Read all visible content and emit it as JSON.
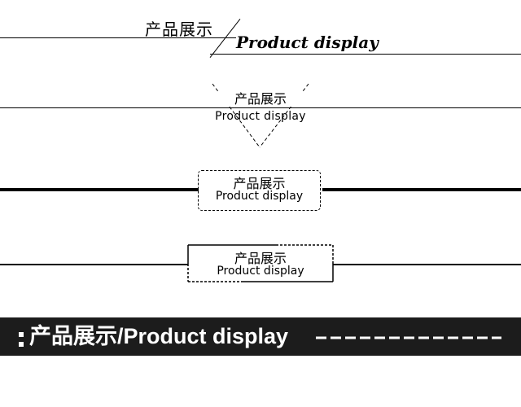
{
  "style1": {
    "title_cn": "产品展示",
    "title_en": "Product display"
  },
  "style2": {
    "title_cn": "产品展示",
    "title_en": "Product display"
  },
  "style3": {
    "title_cn": "产品展示",
    "title_en": "Product display"
  },
  "style4": {
    "title_cn": "产品展示",
    "title_en": "Product display"
  },
  "style5": {
    "title": "产品展示/Product display",
    "bar_color": "#1c1c1c",
    "text_color": "#ffffff"
  }
}
